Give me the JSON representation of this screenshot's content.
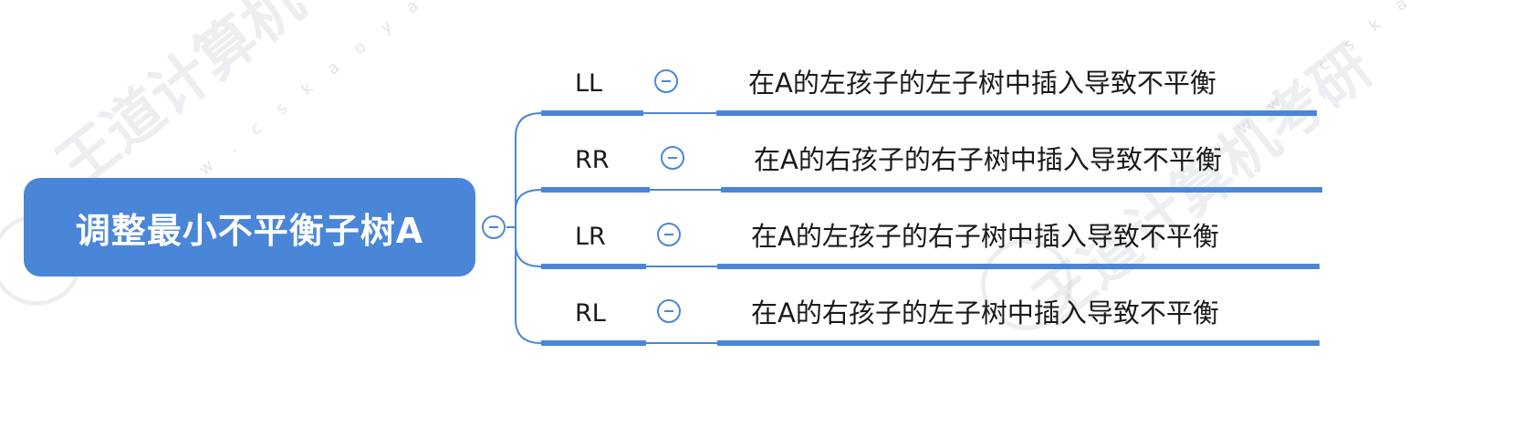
{
  "root": {
    "label": "调整最小不平衡子树A"
  },
  "branches": [
    {
      "label": "LL",
      "description": "在A的左孩子的左子树中插入导致不平衡"
    },
    {
      "label": "RR",
      "description": "在A的右孩子的右子树中插入导致不平衡"
    },
    {
      "label": "LR",
      "description": "在A的左孩子的右子树中插入导致不平衡"
    },
    {
      "label": "RL",
      "description": "在A的右孩子的左子树中插入导致不平衡"
    }
  ],
  "watermark": {
    "text": "王道计算机考研",
    "url": "w w w . c s k a o y a n . c o m"
  },
  "colors": {
    "accent": "#4a86d8",
    "text": "#1a1a1a",
    "watermark": "#c8cdd7"
  },
  "icons": {
    "collapse": "minus-circle-icon"
  }
}
